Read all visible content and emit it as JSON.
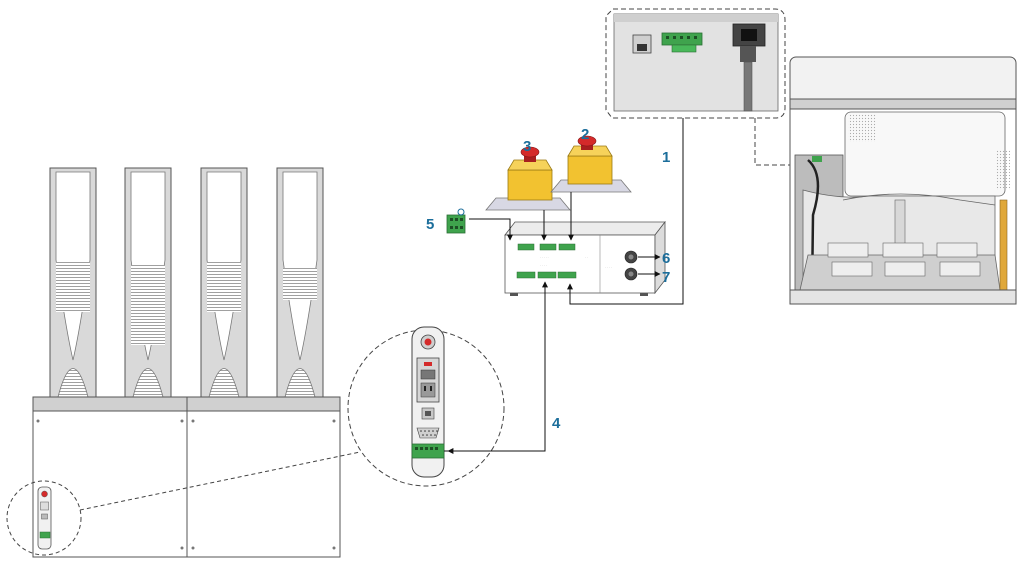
{
  "diagram": {
    "callouts": [
      {
        "id": "1",
        "label": "1"
      },
      {
        "id": "2",
        "label": "2"
      },
      {
        "id": "3",
        "label": "3"
      },
      {
        "id": "4",
        "label": "4"
      },
      {
        "id": "5",
        "label": "5"
      },
      {
        "id": "6",
        "label": "6"
      },
      {
        "id": "7",
        "label": "7"
      }
    ],
    "colors": {
      "callout": "#1c6e9b",
      "connector_green": "#3fa34d",
      "estop_red": "#d42a2a",
      "estop_yellow": "#f2c230",
      "outline": "#333333",
      "cable": "#222222"
    },
    "icons": [
      "emergency-stop-button-icon",
      "terminal-block-icon",
      "power-inlet-icon",
      "ethernet-port-icon",
      "serial-port-icon"
    ]
  }
}
